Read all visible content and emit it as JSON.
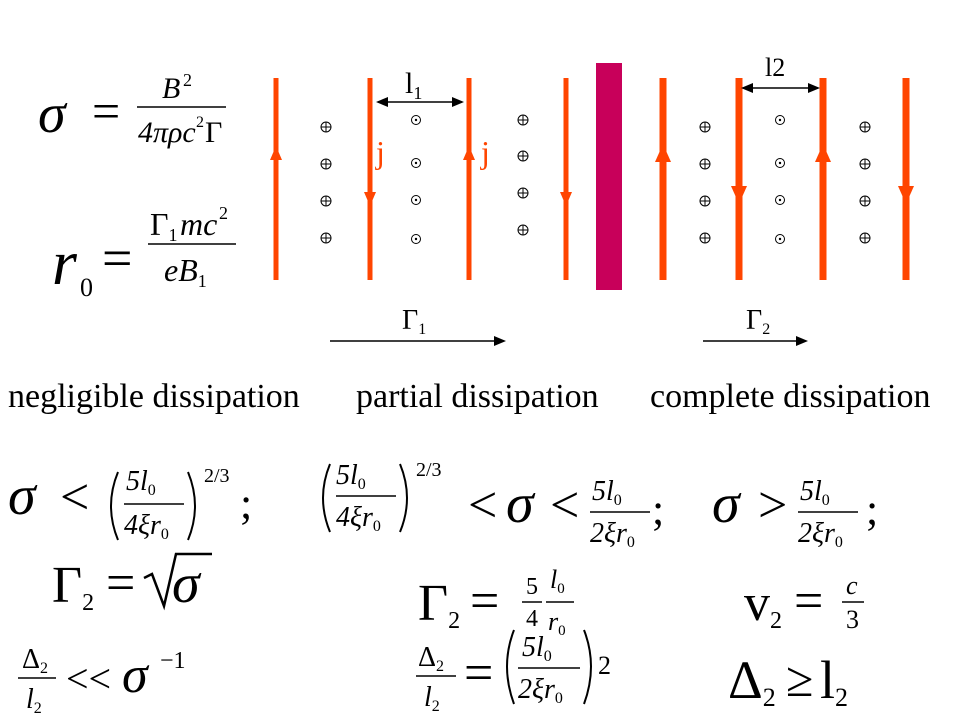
{
  "colors": {
    "current_sheet": "#ff4500",
    "dissipation_bar": "#c8005a",
    "ink": "#000000"
  },
  "labels": {
    "l1": "l",
    "l1_sub": "1",
    "l2": "l2",
    "j_left": "j",
    "j_right": "j",
    "gamma1": "Γ",
    "gamma1_sub": "1",
    "gamma2": "Γ",
    "gamma2_sub": "2"
  },
  "captions": {
    "negligible": "negligible dissipation",
    "partial": "partial dissipation",
    "complete": "complete dissipation"
  },
  "equations": {
    "sigma_def": {
      "lhs": "σ",
      "eq": "=",
      "num_B": "B",
      "num_exp": "2",
      "den": "4πρc",
      "den_exp": "2",
      "den_gamma": "Γ"
    },
    "r0_def": {
      "r": "r",
      "r_sub": "0",
      "eq": "=",
      "num_gamma": "Γ",
      "num_sub": "1",
      "num_mc": "mc",
      "num_exp": "2",
      "den_eB": "eB",
      "den_sub": "1"
    },
    "neg": {
      "cond_sigma": "σ",
      "cond_op": "<",
      "frac_num": "5l",
      "frac_num_sub": "0",
      "frac_den": "4ξr",
      "frac_den_sub": "0",
      "power": "2/3",
      "semi": ";",
      "g2": "Γ",
      "g2_sub": "2",
      "g2_eq": "=",
      "g2_sigma": "σ",
      "d_num": "Δ",
      "d_num_sub": "2",
      "d_den": "l",
      "d_den_sub": "2",
      "d_op": "<<",
      "d_sigma": "σ",
      "d_exp": "−1"
    },
    "partial": {
      "frac1_num": "5l",
      "frac1_num_sub": "0",
      "frac1_den": "4ξr",
      "frac1_den_sub": "0",
      "power": "2/3",
      "lt1": "<",
      "sigma": "σ",
      "lt2": "<",
      "frac2_num": "5l",
      "frac2_num_sub": "0",
      "frac2_den": "2ξr",
      "frac2_den_sub": "0",
      "semi": ";",
      "g2": "Γ",
      "g2_sub": "2",
      "g2_eq": "=",
      "g2_frac_num": "5",
      "g2_frac_den": "4",
      "g2_l_num": "l",
      "g2_l_num_sub": "0",
      "g2_r_den": "r",
      "g2_r_den_sub": "0",
      "d_num": "Δ",
      "d_num_sub": "2",
      "d_den": "l",
      "d_den_sub": "2",
      "d_eq": "=",
      "d_frac_num": "5l",
      "d_frac_num_sub": "0",
      "d_frac_den": "2ξr",
      "d_frac_den_sub": "0",
      "d_exp": "2"
    },
    "complete": {
      "sigma": "σ",
      "op": ">",
      "frac_num": "5l",
      "frac_num_sub": "0",
      "frac_den": "2ξr",
      "frac_den_sub": "0",
      "semi": ";",
      "v": "v",
      "v_sub": "2",
      "v_eq": "=",
      "c": "c",
      "three": "3",
      "d": "Δ",
      "d_sub": "2",
      "d_op": "≥",
      "d_l": "l",
      "d_l_sub": "2"
    }
  }
}
